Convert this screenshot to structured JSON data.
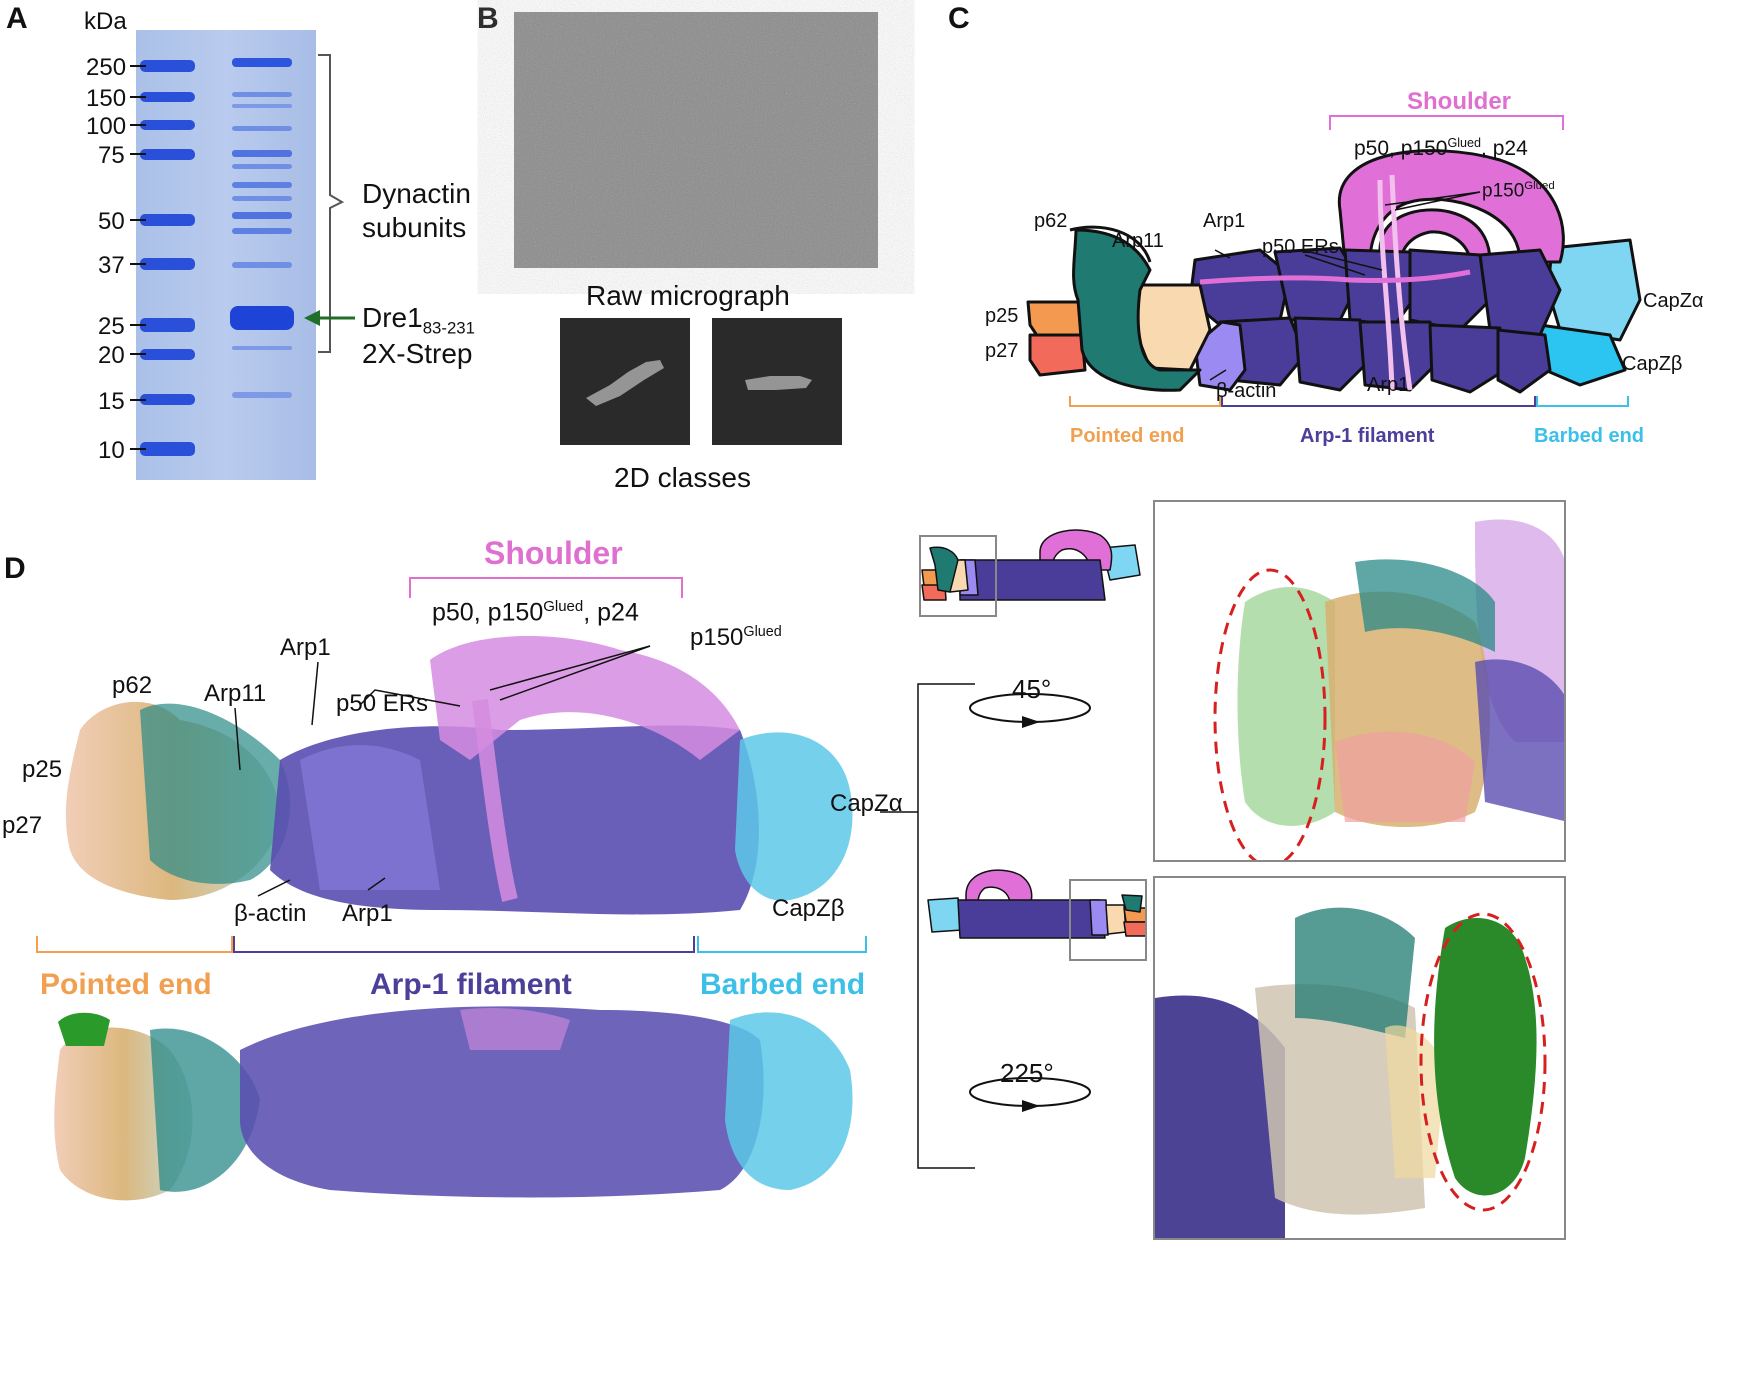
{
  "panels": {
    "a": "A",
    "b": "B",
    "c": "C",
    "d": "D"
  },
  "gel": {
    "unit": "kDa",
    "markers": [
      "250",
      "150",
      "100",
      "75",
      "50",
      "37",
      "25",
      "20",
      "15",
      "10"
    ],
    "label_dynactin": [
      "Dynactin",
      "subunits"
    ],
    "label_dre1_main": "Dre1",
    "label_dre1_sub": "83-231",
    "label_strep": "2X-Strep"
  },
  "micrograph": {
    "raw_label": "Raw micrograph",
    "classes_label": "2D classes"
  },
  "schematic_c": {
    "shoulder": "Shoulder",
    "shoulder_sub_a": "p50, p150",
    "shoulder_sup": "Glued",
    "shoulder_sub_b": ", p24",
    "p150": "p150",
    "p150_sup": "Glued",
    "p62": "p62",
    "arp11": "Arp11",
    "arp1_top": "Arp1",
    "p50ers": "p50 ERs",
    "p25": "p25",
    "p27": "p27",
    "bactin": "β-actin",
    "arp1_bottom": "Arp1",
    "capza": "CapZα",
    "capzb": "CapZβ",
    "pointed": "Pointed end",
    "filament": "Arp-1 filament",
    "barbed": "Barbed end"
  },
  "structure_d": {
    "shoulder": "Shoulder",
    "shoulder_sub_a": "p50, p150",
    "shoulder_sup": "Glued",
    "shoulder_sub_b": ", p24",
    "p150": "p150",
    "p150_sup": "Glued",
    "p62": "p62",
    "arp11": "Arp11",
    "arp1_top": "Arp1",
    "p50ers": "p50 ERs",
    "p25": "p25",
    "p27": "p27",
    "bactin": "β-actin",
    "arp1_bottom": "Arp1",
    "capza": "CapZα",
    "capzb": "CapZβ",
    "pointed": "Pointed end",
    "filament": "Arp-1 filament",
    "barbed": "Barbed end"
  },
  "rotations": {
    "r1": "45°",
    "r2": "225°"
  },
  "colors": {
    "pointed": "#f0a050",
    "filament": "#4b3f99",
    "barbed": "#3cc0e8",
    "shoulder": "#e070d0",
    "teal": "#1f7a72",
    "arp": "#4a3d9a",
    "lavender": "#9a8af0",
    "peach": "#f8d9b0",
    "orange": "#f49a50",
    "salmon": "#f26a5a",
    "capza": "#6fd0f0",
    "capzb": "#2cc0ee",
    "green": "#2a8a2a"
  }
}
